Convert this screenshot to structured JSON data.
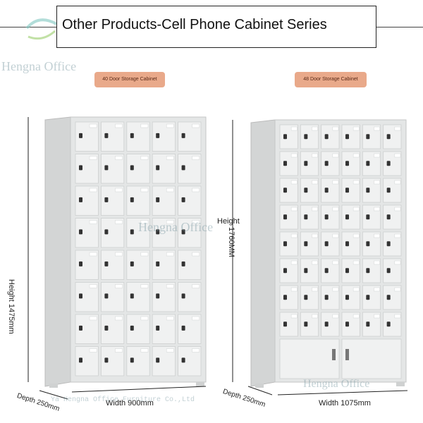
{
  "title": "Other Products-Cell Phone Cabinet Series",
  "watermark": "Hengna Office",
  "footer_watermark": "Ya Hengna Office Furniture Co.,Ltd",
  "left_cabinet": {
    "badge": "40 Door Storage Cabinet",
    "height_label": "Height 1475mm",
    "width_label": "Width 900mm",
    "depth_label": "Depth 250mm",
    "columns": 5,
    "rows": 8
  },
  "right_cabinet": {
    "badge": "48 Door Storage Cabinet",
    "height_label": "Height",
    "height_value": "1760MM",
    "width_label": "Width 1075mm",
    "depth_label": "Depth 250mm",
    "columns": 6,
    "rows": 8
  },
  "colors": {
    "cabinet": "#e4e6e6",
    "door": "#f0f1f1",
    "badge": "#e9a98a",
    "lock": "#333333"
  }
}
